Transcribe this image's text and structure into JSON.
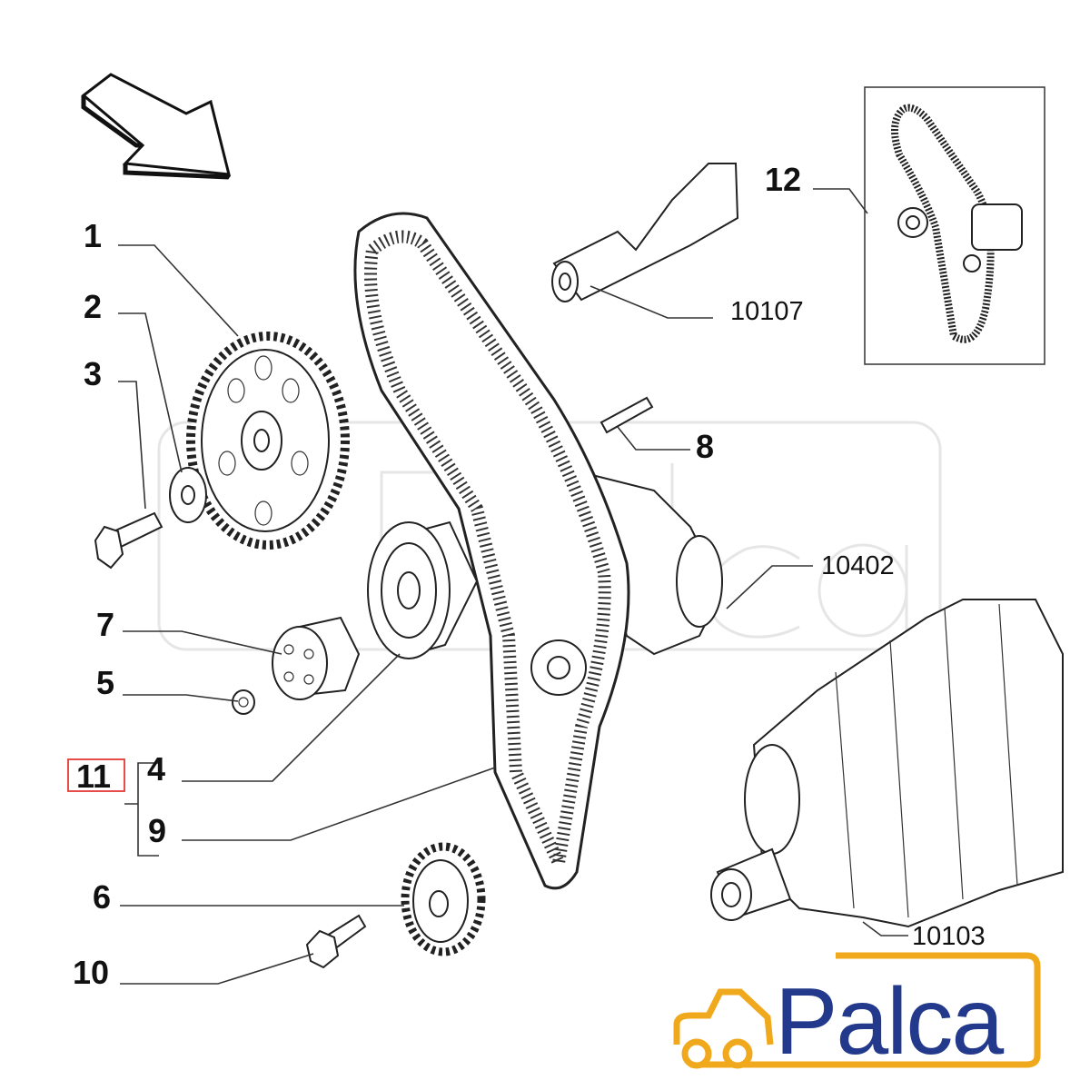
{
  "diagram": {
    "callouts": {
      "p1": "1",
      "p2": "2",
      "p3": "3",
      "p4": "4",
      "p5": "5",
      "p6": "6",
      "p7": "7",
      "p8": "8",
      "p9": "9",
      "p10": "10",
      "p11": "11",
      "p12": "12"
    },
    "codes": {
      "c10107": "10107",
      "c10402": "10402",
      "c10103": "10103"
    },
    "highlight_color": "#e53935"
  },
  "logo": {
    "text": "Palca",
    "brand_blue": "#233a8c",
    "brand_orange": "#f0a81c"
  },
  "watermark": {
    "text": "Palca"
  }
}
